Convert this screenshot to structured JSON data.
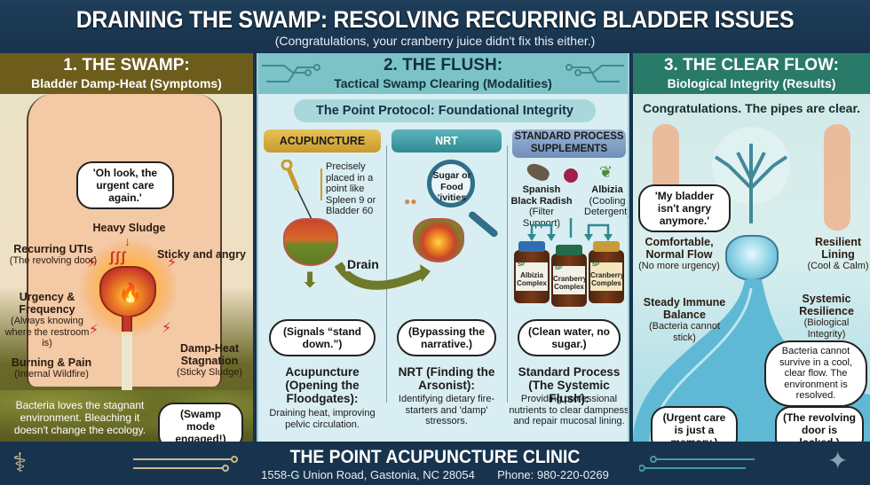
{
  "header": {
    "title": "DRAINING THE SWAMP: RESOLVING RECURRING BLADDER ISSUES",
    "subtitle": "(Congratulations, your cranberry juice didn't fix this either.)"
  },
  "panel1": {
    "heading": "1. THE SWAMP:",
    "subheading": "Bladder Damp-Heat (Symptoms)",
    "bubble": "'Oh look, the urgent care again.'",
    "labels": {
      "heavy_sludge": "Heavy Sludge",
      "recurring_utis": "Recurring UTIs",
      "recurring_utis_sub": "(The revolving door)",
      "sticky": "Sticky and angry",
      "urgency": "Urgency & Frequency",
      "urgency_sub": "(Always knowing where the restroom is)",
      "burning": "Burning & Pain",
      "burning_sub": "(Internal Wildfire)",
      "damp_heat": "Damp-Heat Stagnation",
      "damp_heat_sub": "(Sticky Sludge)"
    },
    "caption": "Bacteria loves the stagnant environment. Bleaching it doesn't change the ecology.",
    "bubble_bottom": "(Swamp mode engaged!)"
  },
  "panel2": {
    "heading": "2. THE FLUSH:",
    "subheading": "Tactical Swamp Clearing (Modalities)",
    "protocol": "The Point Protocol: Foundational Integrity",
    "drain_label": "Drain",
    "columns": [
      {
        "header": "ACUPUNCTURE",
        "note": "Precisely placed in a point like Spleen 9 or Bladder 60",
        "bubble": "(Signals “stand down.”)",
        "title": "Acupuncture (Opening the Floodgates):",
        "desc": "Draining heat, improving pelvic circulation."
      },
      {
        "header": "NRT",
        "note": "Sugar or Food 'ivities",
        "bubble": "(Bypassing the narrative.)",
        "title": "NRT (Finding the Arsonist):",
        "desc": "Identifying dietary fire-starters and 'damp' stressors."
      },
      {
        "header": "STANDARD PROCESS SUPPLEMENTS",
        "herbs": [
          {
            "name": "Spanish Black Radish",
            "sub": "(Filter Support)"
          },
          {
            "name": "Albizia",
            "sub": "(Cooling Detergent)"
          }
        ],
        "bottles": [
          {
            "brand": "SP",
            "label": "Albizia Complex",
            "cap_color": "#2f6fb0"
          },
          {
            "brand": "SP",
            "label": "Cranberry Complex",
            "cap_color": "#236b4a"
          },
          {
            "brand": "SP",
            "label": "Cranberry Comples",
            "cap_color": "#c89a3a"
          }
        ],
        "bubble": "(Clean water, no sugar.)",
        "title": "Standard Process (The Systemic Flush):",
        "desc": "Providing professional nutrients to clear dampness and repair mucosal lining."
      }
    ]
  },
  "panel3": {
    "heading": "3. THE CLEAR FLOW:",
    "subheading": "Biological Integrity (Results)",
    "message": "Congratulations. The pipes are clear.",
    "bubble": "'My bladder isn't angry anymore.'",
    "labels": {
      "comfortable": "Comfortable, Normal Flow",
      "comfortable_sub": "(No more urgency)",
      "resilient": "Resilient Lining",
      "resilient_sub": "(Cool & Calm)",
      "immune": "Steady Immune Balance",
      "immune_sub": "(Bacteria cannot stick)",
      "systemic": "Systemic Resilience",
      "systemic_sub": "(Biological Integrity)"
    },
    "bacteria_bubble": "Bacteria cannot survive in a cool, clear flow. The environment is resolved.",
    "bubble_left": "(Urgent care is just a memory.)",
    "bubble_right": "(The revolving door is locked.)"
  },
  "footer": {
    "clinic_name": "THE POINT ACUPUNCTURE CLINIC",
    "address": "1558-G Union Road, Gastonia, NC 28054",
    "phone": "Phone: 980-220-0269"
  }
}
